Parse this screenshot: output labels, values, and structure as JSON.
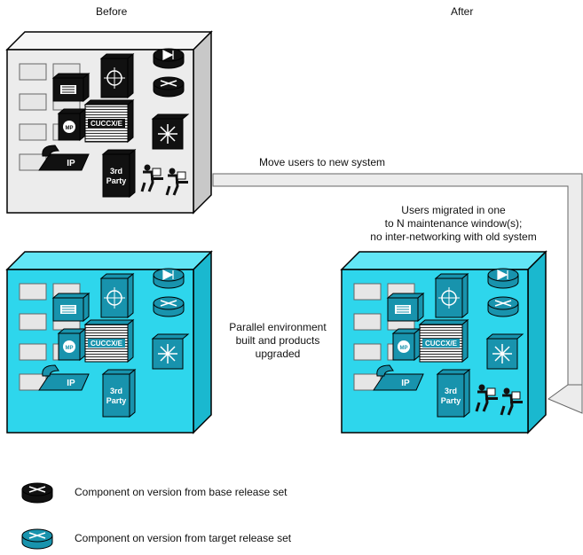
{
  "headers": {
    "before": "Before",
    "after": "After"
  },
  "arrow": {
    "label": "Move users to new system",
    "note": [
      "Users migrated in one",
      "to N maintenance window(s);",
      "no inter-networking with old system"
    ]
  },
  "middle_note": [
    "Parallel environment",
    "built and products",
    "upgraded"
  ],
  "box_labels": {
    "cuccx": "CUCCX/E",
    "ip": "IP",
    "third_party": [
      "3rd",
      "Party"
    ]
  },
  "legend": {
    "base": "Component on version from base release set",
    "target": "Component on version from target release set"
  },
  "colors": {
    "base_face": "#ececec",
    "base_side": "#c8c8c8",
    "base_top": "#f6f6f6",
    "target_face": "#2ed6ec",
    "target_side": "#1ab8cf",
    "target_top": "#62e6f6",
    "base_component": "#111111",
    "target_component": "#1893ad",
    "arrow_fill": "#ececec"
  }
}
